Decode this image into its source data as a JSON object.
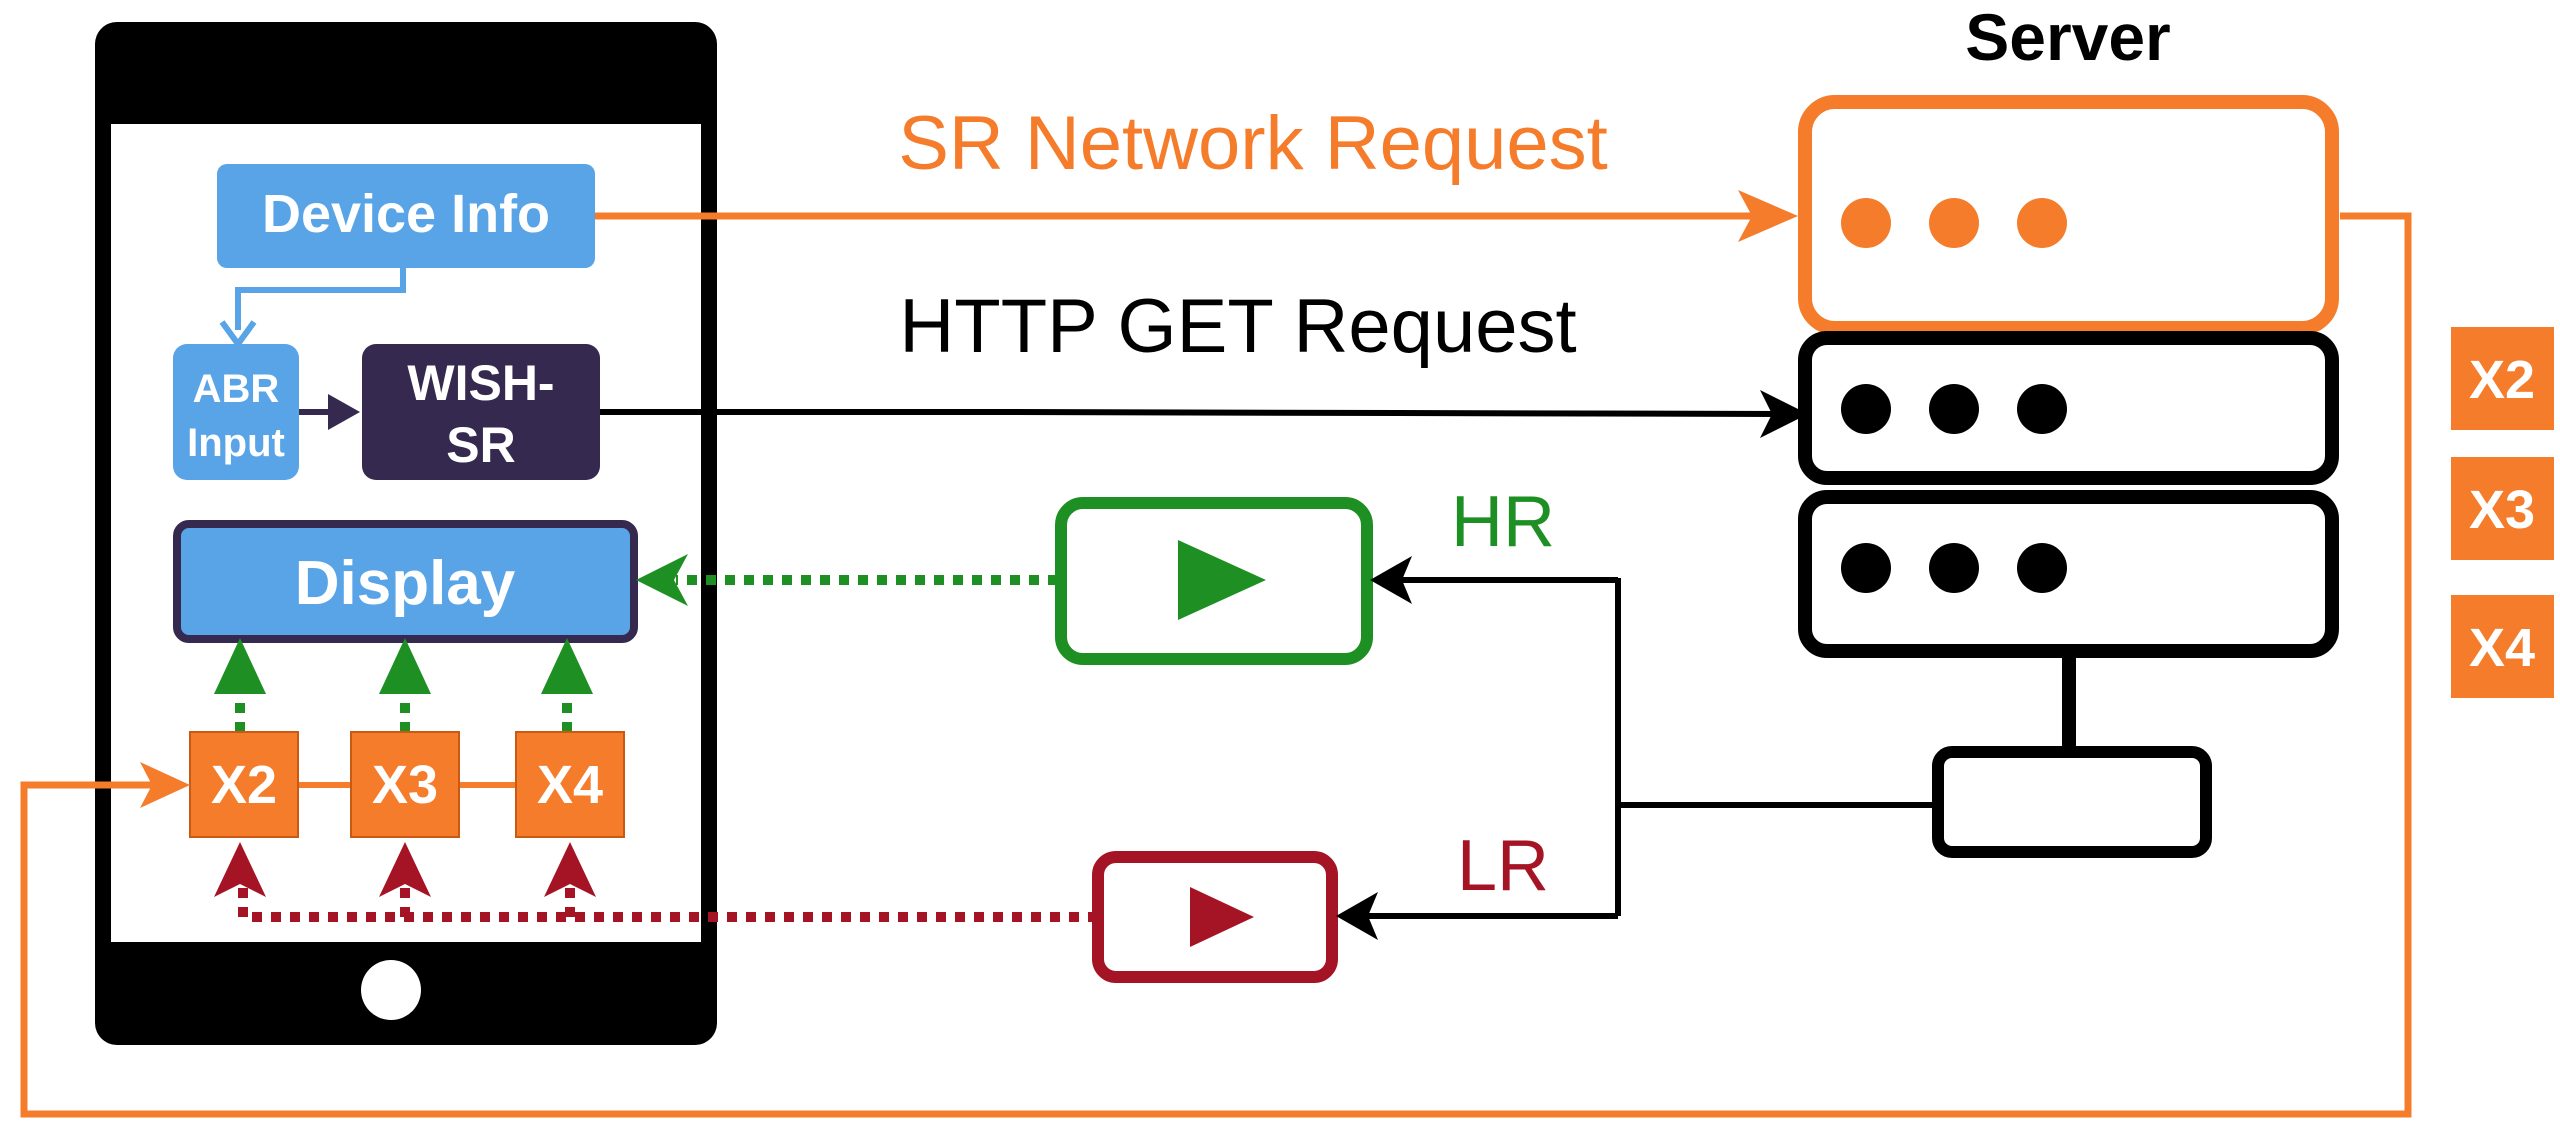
{
  "title": "Server",
  "labels": {
    "sr_request": "SR Network Request",
    "http_request": "HTTP GET Request",
    "hr": "HR",
    "lr": "LR"
  },
  "device": {
    "device_info": "Device Info",
    "abr_line1": "ABR",
    "abr_line2": "Input",
    "wish_line1": "WISH-",
    "wish_line2": "SR",
    "display": "Display",
    "models": [
      "X2",
      "X3",
      "X4"
    ]
  },
  "server_models": [
    "X2",
    "X3",
    "X4"
  ],
  "colors": {
    "orange": "#f47c2b",
    "blue": "#58a4e6",
    "navy": "#35294f",
    "green": "#1e8f22",
    "red": "#a51424",
    "black": "#000000"
  },
  "icons": {
    "phone": "tablet-device-icon",
    "server": "server-rack-icon",
    "hr_video": "play-icon",
    "lr_video": "play-icon"
  }
}
